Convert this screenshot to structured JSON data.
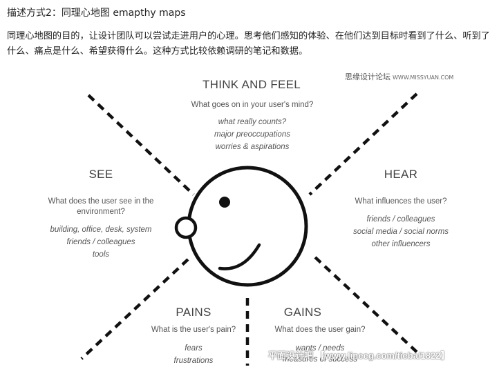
{
  "heading": "描述方式2：同理心地图 emapthy maps",
  "paragraph": "同理心地图的目的，让设计团队可以尝试走进用户的心理。思考他们感知的体验、在他们达到目标时看到了什么、听到了什么、痛点是什么、希望获得什么。这种方式比较依赖调研的笔记和数据。",
  "watermark_top": {
    "cn": "思缘设计论坛",
    "url": "WWW.MISSYUAN.COM"
  },
  "think_feel": {
    "title": "THINK AND FEEL",
    "question": "What goes on in your user's mind?",
    "items": [
      "what really counts?",
      "major preoccupations",
      "worries & aspirations"
    ]
  },
  "see": {
    "title": "SEE",
    "question_line1": "What does the user see in the",
    "question_line2": "environment?",
    "items": [
      "building, office, desk, system",
      "friends / colleagues",
      "tools"
    ]
  },
  "hear": {
    "title": "HEAR",
    "question": "What influences the user?",
    "items": [
      "friends / colleagues",
      "social media / social norms",
      "other influencers"
    ]
  },
  "pains": {
    "title": "PAINS",
    "question": "What is the user's pain?",
    "items": [
      "fears",
      "frustrations"
    ]
  },
  "gains": {
    "title": "GAINS",
    "question": "What does the user gain?",
    "items": [
      "wants / needs",
      "measures of success"
    ]
  },
  "watermark_bottom": "平面设计吧 【www.lineeg.com/tieba/1822】"
}
